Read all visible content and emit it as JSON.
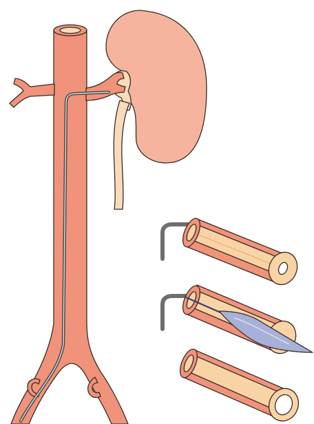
{
  "colors": {
    "vessel": "#F0937A",
    "vessel_shade": "#E27A62",
    "kidney": "#F6B49E",
    "ureter": "#F8DBB9",
    "lumen": "#F8D3A5",
    "lumen_dark": "#E9AE78",
    "catheter": "#6E6E6E",
    "balloon": "#A7B0D8",
    "outline": "#3A2A26"
  },
  "icons": [
    "aorta",
    "renal-artery",
    "kidney",
    "ureter",
    "iliac-arteries",
    "guide-catheter",
    "artery-cross-section",
    "balloon-catheter"
  ]
}
